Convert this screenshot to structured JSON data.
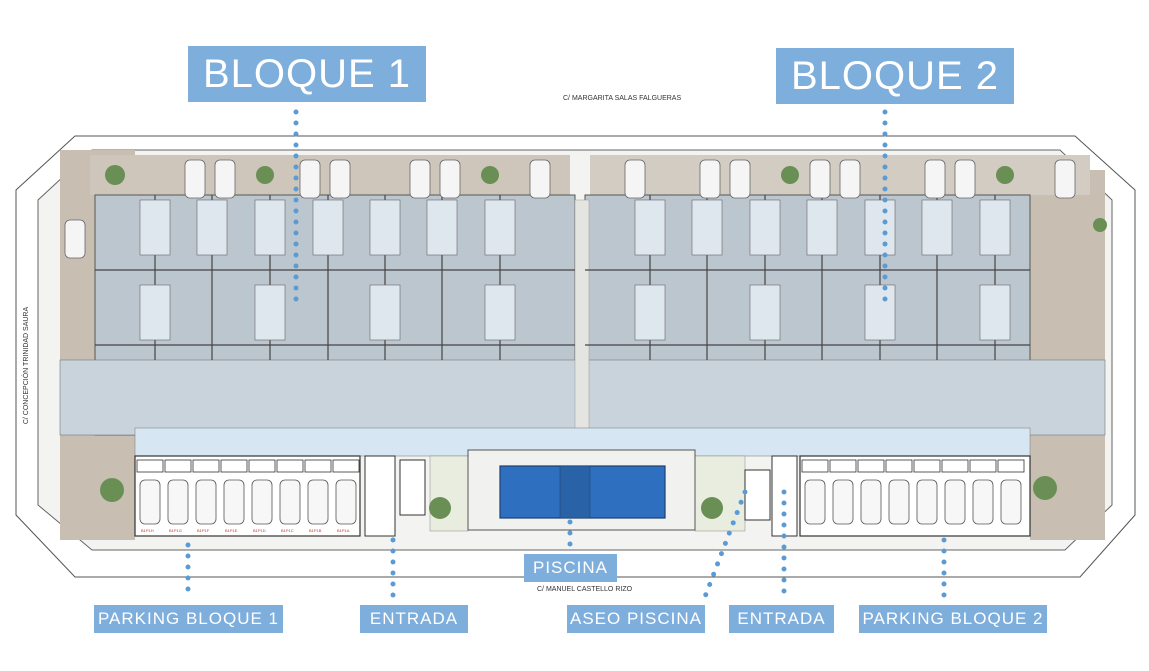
{
  "labels": {
    "bloque1": "BLOQUE 1",
    "bloque2": "BLOQUE 2",
    "piscina": "PISCINA",
    "parking_bloque1": "PARKING BLOQUE 1",
    "entrada_left": "ENTRADA",
    "aseo_piscina": "ASEO PISCINA",
    "entrada_right": "ENTRADA",
    "parking_bloque2": "PARKING BLOQUE 2"
  },
  "streets": {
    "north": "C/ MARGARITA SALAS FALGUERAS",
    "south": "C/ MANUEL CASTELLO RIZO",
    "west": "C/ CONCEPCIÓN TRINIDAD SAURA"
  },
  "parking_codes": [
    "B1P1H",
    "B1P1G",
    "B1P1F",
    "B1P1E",
    "B1P1D",
    "B1P1C",
    "B1P1B",
    "B1P1A"
  ],
  "colors": {
    "label_bg": "#7eaedc",
    "dot": "#5b9bd5",
    "plan_gray": "#b9c3cb",
    "pool": "#2f6fbf",
    "corridor": "#d6e6f2",
    "garden": "#c9bfb3"
  }
}
